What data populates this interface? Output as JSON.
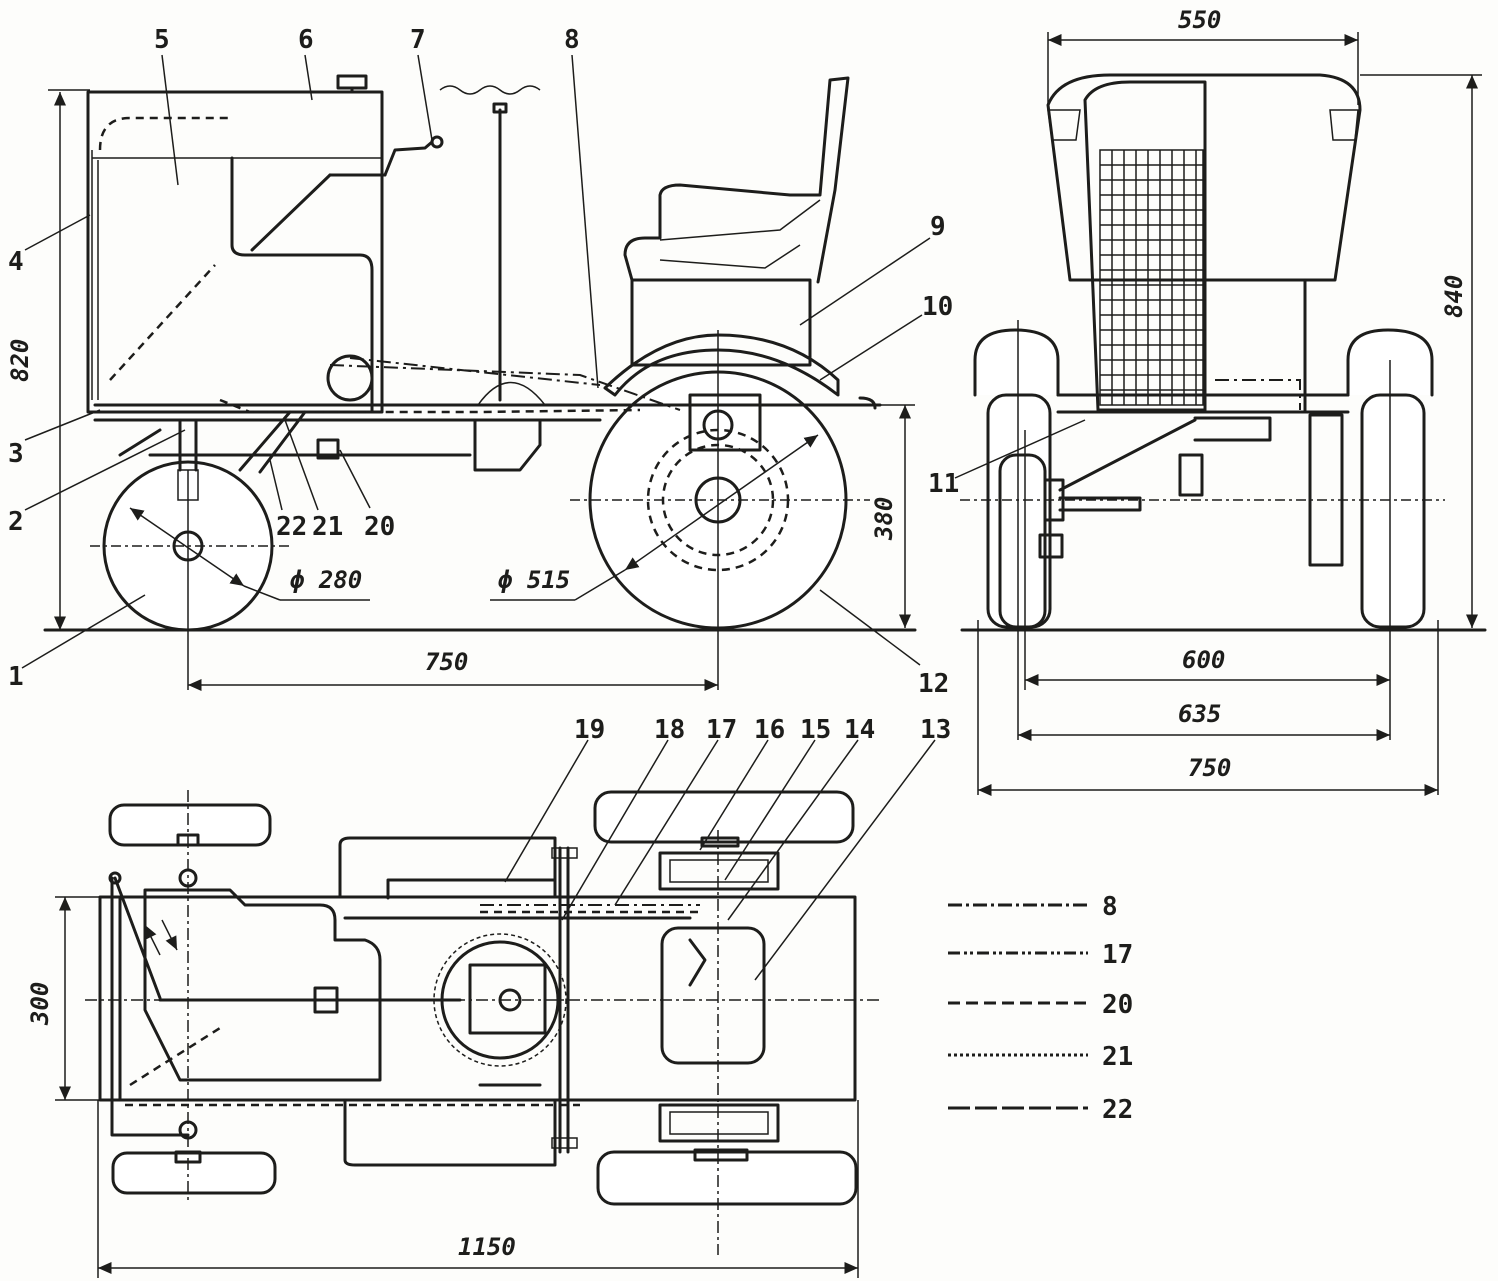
{
  "callouts": {
    "c1": "1",
    "c2": "2",
    "c3": "3",
    "c4": "4",
    "c5": "5",
    "c6": "6",
    "c7": "7",
    "c8": "8",
    "c9": "9",
    "c10": "10",
    "c11": "11",
    "c12": "12",
    "c13": "13",
    "c14": "14",
    "c15": "15",
    "c16": "16",
    "c17": "17",
    "c18": "18",
    "c19": "19",
    "c20": "20",
    "c21": "21",
    "c22": "22"
  },
  "dimensions": {
    "side_height": "820",
    "front_wheel_dia": "ϕ 280",
    "rear_wheel_dia": "ϕ 515",
    "axle_height": "380",
    "wheelbase": "750",
    "front_top_width": "550",
    "front_height": "840",
    "track_600": "600",
    "track_635": "635",
    "overall_width": "750",
    "top_width": "300",
    "overall_length": "1150"
  },
  "legend": [
    {
      "label": "8",
      "style": "dash-dot"
    },
    {
      "label": "17",
      "style": "dash-dot-dot"
    },
    {
      "label": "20",
      "style": "dash"
    },
    {
      "label": "21",
      "style": "dotted"
    },
    {
      "label": "22",
      "style": "long-dash"
    }
  ]
}
